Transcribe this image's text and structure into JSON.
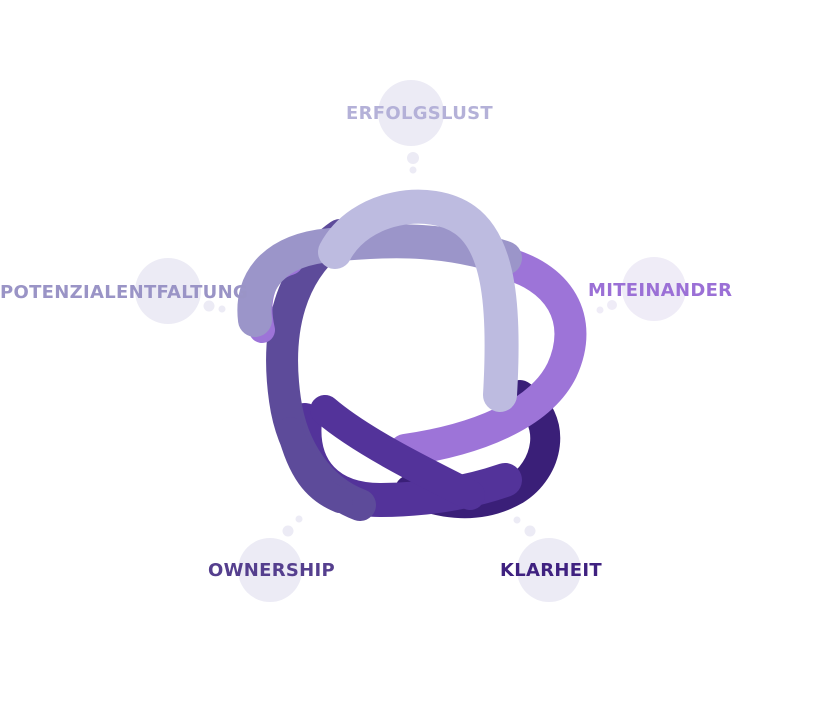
{
  "values": [
    {
      "id": "erfolgslust",
      "label": "ERFOLGSLUST",
      "color": "#b4b1d8"
    },
    {
      "id": "miteinander",
      "label": "MITEINANDER",
      "color": "#9b70d6"
    },
    {
      "id": "potenzialentfaltung",
      "label": "POTENZIALENTFALTUNG",
      "color": "#9a94c6"
    },
    {
      "id": "ownership",
      "label": "OWNERSHIP",
      "color": "#553f8e"
    },
    {
      "id": "klarheit",
      "label": "KLARHEIT",
      "color": "#3f2180"
    }
  ],
  "colors": {
    "bubble": "#ecebf5",
    "ribbon_lightest": "#bdbbe0",
    "ribbon_light": "#9b95c9",
    "ribbon_violet": "#9d74d8",
    "ribbon_mid": "#5d4b9a",
    "ribbon_deep": "#53339a",
    "ribbon_darkest": "#3a1f78"
  }
}
